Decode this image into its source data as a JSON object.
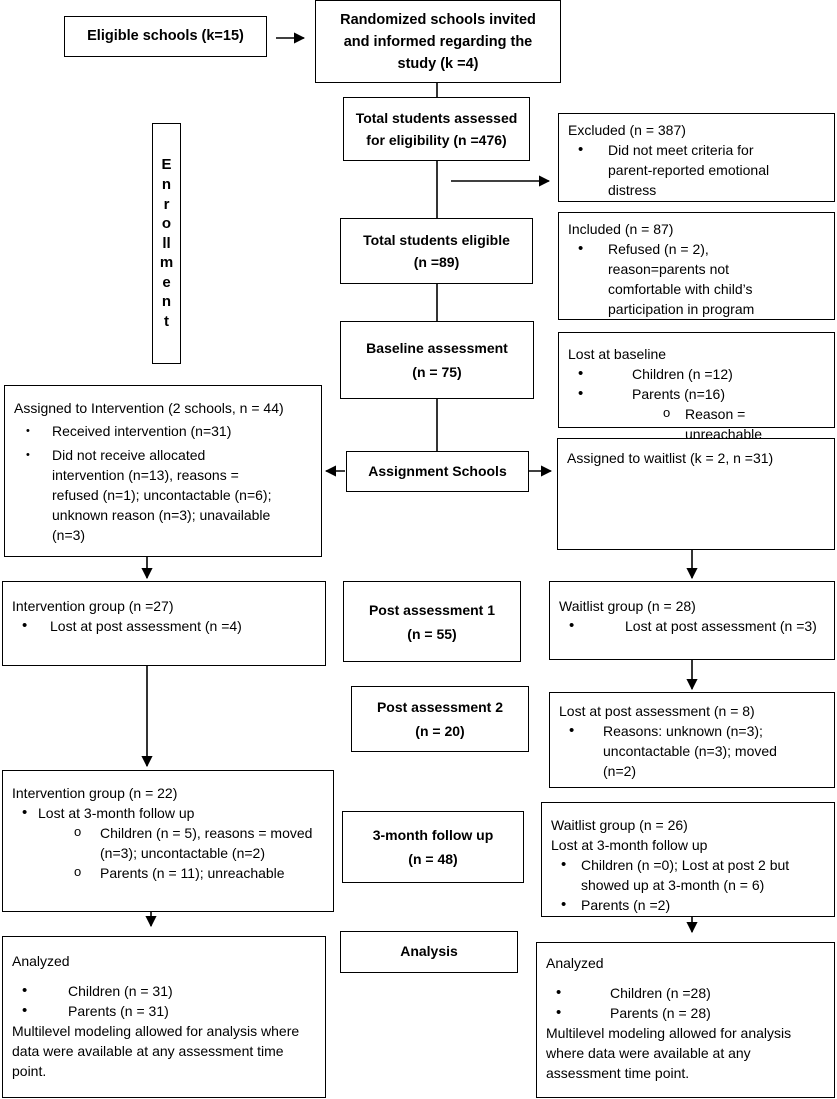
{
  "enrollment_label": [
    "E",
    "n",
    "r",
    "o",
    "ll",
    "m",
    "e",
    "n",
    "t"
  ],
  "eligible_schools": "Eligible schools (k=15)",
  "randomized": [
    "Randomized schools invited",
    "and informed regarding the",
    "study (k =4)"
  ],
  "assessed": [
    "Total students assessed",
    "for eligibility (n =476)"
  ],
  "excluded": {
    "title": "Excluded (n = 387)",
    "bullet": [
      "Did not meet criteria for",
      "parent-reported emotional",
      "distress"
    ]
  },
  "eligible_students": [
    "Total students eligible",
    "(n =89)"
  ],
  "included": {
    "title": "Included (n = 87)",
    "bullet": [
      "Refused (n = 2),",
      "reason=parents not",
      "comfortable with child’s",
      "participation in program"
    ]
  },
  "baseline": [
    "Baseline assessment",
    "(n = 75)"
  ],
  "lost_baseline": {
    "title": "Lost at baseline",
    "children": "Children (n =12)",
    "parents": "Parents (n=16)",
    "reason": "Reason = unreachable"
  },
  "intervention_assign": {
    "title": "Assigned to Intervention (2 schools, n = 44)",
    "received": "Received intervention (n=31)",
    "not_received": [
      "Did not receive allocated",
      "intervention (n=13), reasons =",
      "refused (n=1); uncontactable (n=6);",
      "unknown reason (n=3); unavailable",
      "(n=3)"
    ]
  },
  "assignment_schools": "Assignment Schools",
  "waitlist_assign": "Assigned to waitlist (k = 2, n =31)",
  "intervention_group_1": {
    "title": "Intervention group (n =27)",
    "lost": "Lost at post assessment (n =4)"
  },
  "post1": [
    "Post assessment 1",
    "(n = 55)"
  ],
  "waitlist_group_1": {
    "title": "Waitlist group (n = 28)",
    "lost": "Lost at post assessment (n =3)"
  },
  "post2": [
    "Post assessment 2",
    "(n = 20)"
  ],
  "lost_post2": {
    "title": "Lost at post assessment (n = 8)",
    "reasons": [
      "Reasons: unknown (n=3);",
      "uncontactable (n=3); moved",
      "(n=2)"
    ]
  },
  "intervention_group_2": {
    "title": "Intervention group (n = 22)",
    "lost": "Lost at 3-month follow up",
    "children": [
      "Children (n = 5), reasons = moved",
      "(n=3); uncontactable (n=2)"
    ],
    "parents": "Parents (n = 11); unreachable"
  },
  "followup": [
    "3-month follow up",
    "(n = 48)"
  ],
  "waitlist_group_2": {
    "title": "Waitlist group (n = 26)",
    "lost": "Lost at 3-month follow up",
    "children": [
      "Children (n =0); Lost at post 2 but",
      "showed up at 3-month (n = 6)"
    ],
    "parents": "Parents (n =2)"
  },
  "analysis": "Analysis",
  "analyzed_left": {
    "title": "Analyzed",
    "children": "Children (n = 31)",
    "parents": "Parents (n = 31)",
    "note": [
      "Multilevel modeling allowed for analysis where",
      "data were available at any assessment time",
      "point."
    ]
  },
  "analyzed_right": {
    "title": "Analyzed",
    "children": "Children (n =28)",
    "parents": "Parents (n = 28)",
    "note": [
      "Multilevel modeling allowed for analysis",
      "where data were available at any",
      "assessment time point."
    ]
  }
}
